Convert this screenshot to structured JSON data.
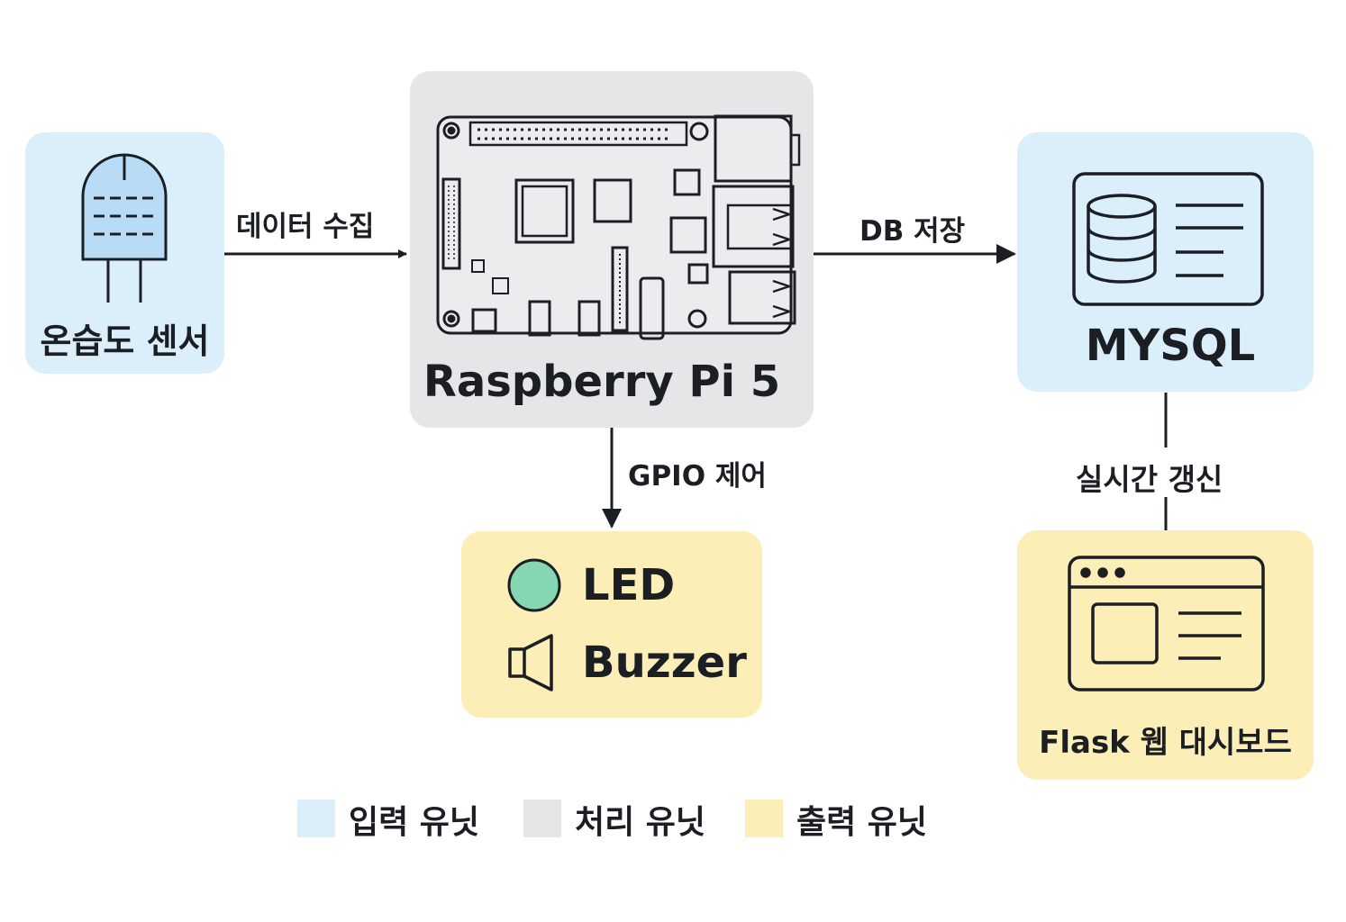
{
  "nodes": {
    "sensor": {
      "label": "온습도 센서"
    },
    "pi": {
      "label": "Raspberry Pi 5"
    },
    "mysql": {
      "label": "MYSQL"
    },
    "outputs": {
      "led": "LED",
      "buzzer": "Buzzer"
    },
    "dashboard": {
      "label": "Flask 웹 대시보드"
    }
  },
  "edges": {
    "collect": "데이터 수집",
    "store": "DB 저장",
    "gpio": "GPIO 제어",
    "realtime": "실시간 갱신"
  },
  "legend": [
    {
      "label": "입력 유닛",
      "color": "#dbeffb"
    },
    {
      "label": "처리 유닛",
      "color": "#e6e6e8"
    },
    {
      "label": "출력 유닛",
      "color": "#fbefb7"
    }
  ],
  "colors": {
    "led": "#84d7b2",
    "line": "#1b1f24"
  }
}
